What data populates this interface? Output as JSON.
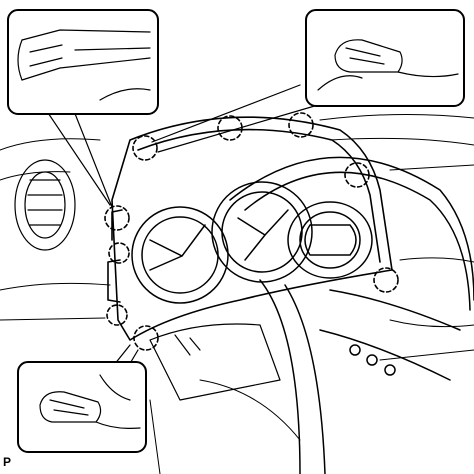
{
  "figure": {
    "corner_code": "P",
    "line_color": "#000000",
    "background": "#ffffff",
    "callouts": [
      {
        "name": "callout-top-left",
        "depicts": "retaining-clip-detail"
      },
      {
        "name": "callout-top-right",
        "depicts": "claw-tab-detail"
      },
      {
        "name": "callout-bottom-left",
        "depicts": "claw-tab-detail"
      }
    ],
    "markers": 9
  }
}
